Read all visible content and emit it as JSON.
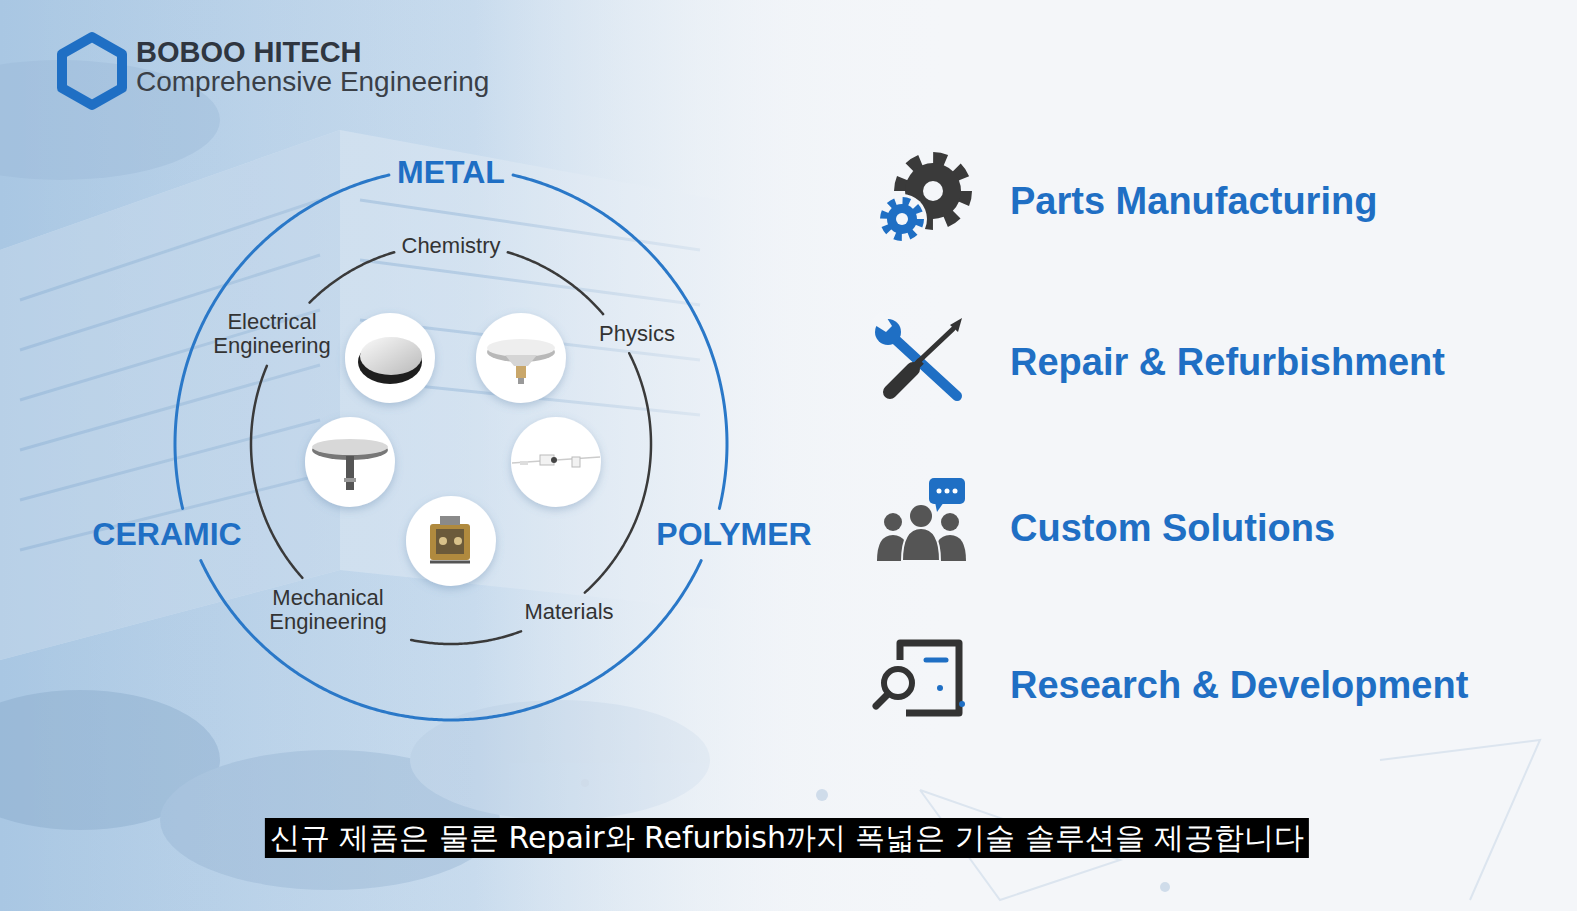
{
  "diagram": {
    "title": "BOBOO HITECH",
    "caption": "신규 제품은 물론 Repair와 Refurbish까지 폭넓은 기술 솔루션을 제공합니다",
    "nodes": [
      {
        "text": [
          "METAL",
          "CERAMIC",
          "POLYMER"
        ]
      },
      {
        "text": [
          "Chemistry",
          "Physics",
          "Materials",
          "Mechanical Engineering",
          "Electrical Engineering"
        ],
        "in": 0
      }
    ],
    "labels": [
      "Comprehensive Engineering",
      "Parts Manufacturing",
      "Repair & Refurbishment",
      "Custom Solutions",
      "Research & Development"
    ]
  }
}
